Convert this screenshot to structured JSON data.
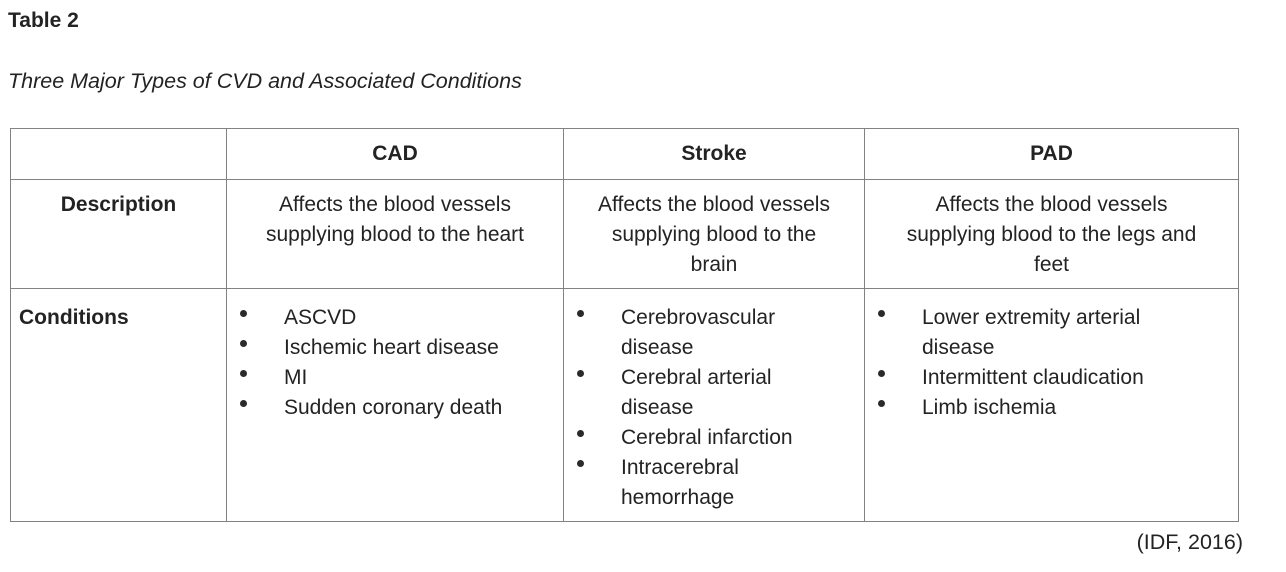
{
  "doc": {
    "table_label": "Table 2",
    "caption": "Three Major Types of CVD and Associated Conditions",
    "citation": "(IDF, 2016)"
  },
  "table": {
    "columns": [
      "",
      "CAD",
      "Stroke",
      "PAD"
    ],
    "description": {
      "label": "Description",
      "cad": "Affects the blood vessels supplying blood to the heart",
      "stroke": "Affects the blood vessels supplying blood to the brain",
      "pad": "Affects the blood vessels supplying blood to the legs and feet"
    },
    "conditions": {
      "label": "Conditions",
      "cad": [
        "ASCVD",
        "Ischemic heart disease",
        "MI",
        "Sudden coronary death"
      ],
      "stroke": [
        "Cerebrovascular disease",
        "Cerebral arterial disease",
        "Cerebral infarction",
        "Intracerebral hemorrhage"
      ],
      "pad": [
        "Lower extremity arterial disease",
        "Intermittent claudication",
        "Limb ischemia"
      ]
    }
  },
  "colors": {
    "border": "#828282",
    "text": "#232323"
  }
}
